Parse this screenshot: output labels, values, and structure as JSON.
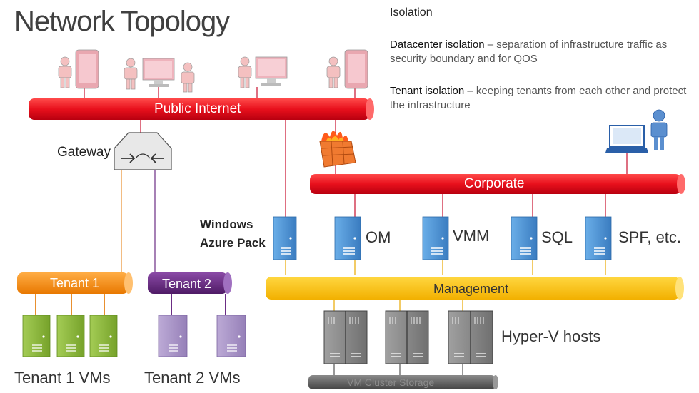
{
  "title": "Network Topology",
  "isolation": {
    "heading": "Isolation",
    "datacenter_term": "Datacenter isolation",
    "datacenter_text": " – separation of infrastructure traffic as security boundary and for QOS",
    "tenant_term": "Tenant isolation",
    "tenant_text": " – keeping tenants from each other and protect the infrastructure"
  },
  "buses": {
    "public_internet": "Public Internet",
    "corporate": "Corporate",
    "tenant1": "Tenant 1",
    "tenant2": "Tenant 2",
    "management": "Management",
    "storage": "VM Cluster Storage"
  },
  "labels": {
    "gateway": "Gateway",
    "windows_azure_pack_line1": "Windows",
    "windows_azure_pack_line2": "Azure Pack",
    "om": "OM",
    "vmm": "VMM",
    "sql": "SQL",
    "spf": "SPF, etc.",
    "hyperv": "Hyper-V hosts",
    "tenant1_vms": "Tenant 1 VMs",
    "tenant2_vms": "Tenant 2 VMs"
  },
  "colors": {
    "internet_bus": "#e8101c",
    "corporate_bus": "#e0202a",
    "tenant1_bus": "#f7890f",
    "tenant2_bus": "#6b2d84",
    "management_bus": "#fbbf00",
    "storage_bus": "#6b6b6b",
    "server_blue": "#4a90d0",
    "vm_green": "#8bb93a",
    "vm_purple": "#a993c6",
    "host_gray": "#8f8f8f"
  },
  "icons": [
    "user-icon",
    "tablet-icon",
    "desktop-icon",
    "laptop-icon",
    "gateway-router-icon",
    "firewall-icon",
    "server-icon",
    "vm-icon",
    "host-rack-icon"
  ]
}
